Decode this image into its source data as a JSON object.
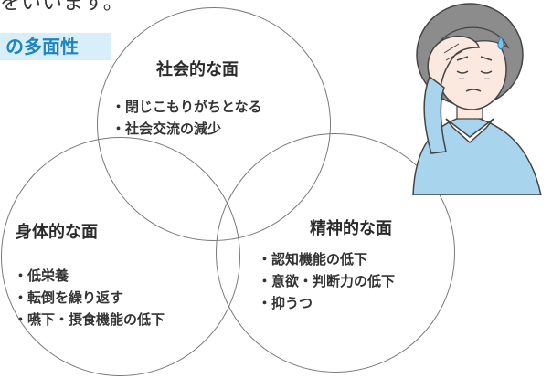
{
  "header": {
    "top_text": "をいいます。",
    "tag": "の多面性"
  },
  "diagram": {
    "social": {
      "title": "社会的な面",
      "items": [
        "閉じこもりがちとなる",
        "社会交流の減少"
      ]
    },
    "physical": {
      "title": "身体的な面",
      "items": [
        "低栄養",
        "転倒を繰り返す",
        "嚥下・摂食機能の低下"
      ]
    },
    "mental": {
      "title": "精神的な面",
      "items": [
        "認知機能の低下",
        "意欲・判断力の低下",
        "抑うつ"
      ]
    }
  },
  "colors": {
    "tag_background": "#d8eef8",
    "tag_text": "#1f84c1",
    "circle_border": "#7a7a7a",
    "hair": "#8c8c8c",
    "shirt": "#a9d4ee"
  },
  "icons": {
    "illustration": "worried-elderly-woman-icon"
  }
}
